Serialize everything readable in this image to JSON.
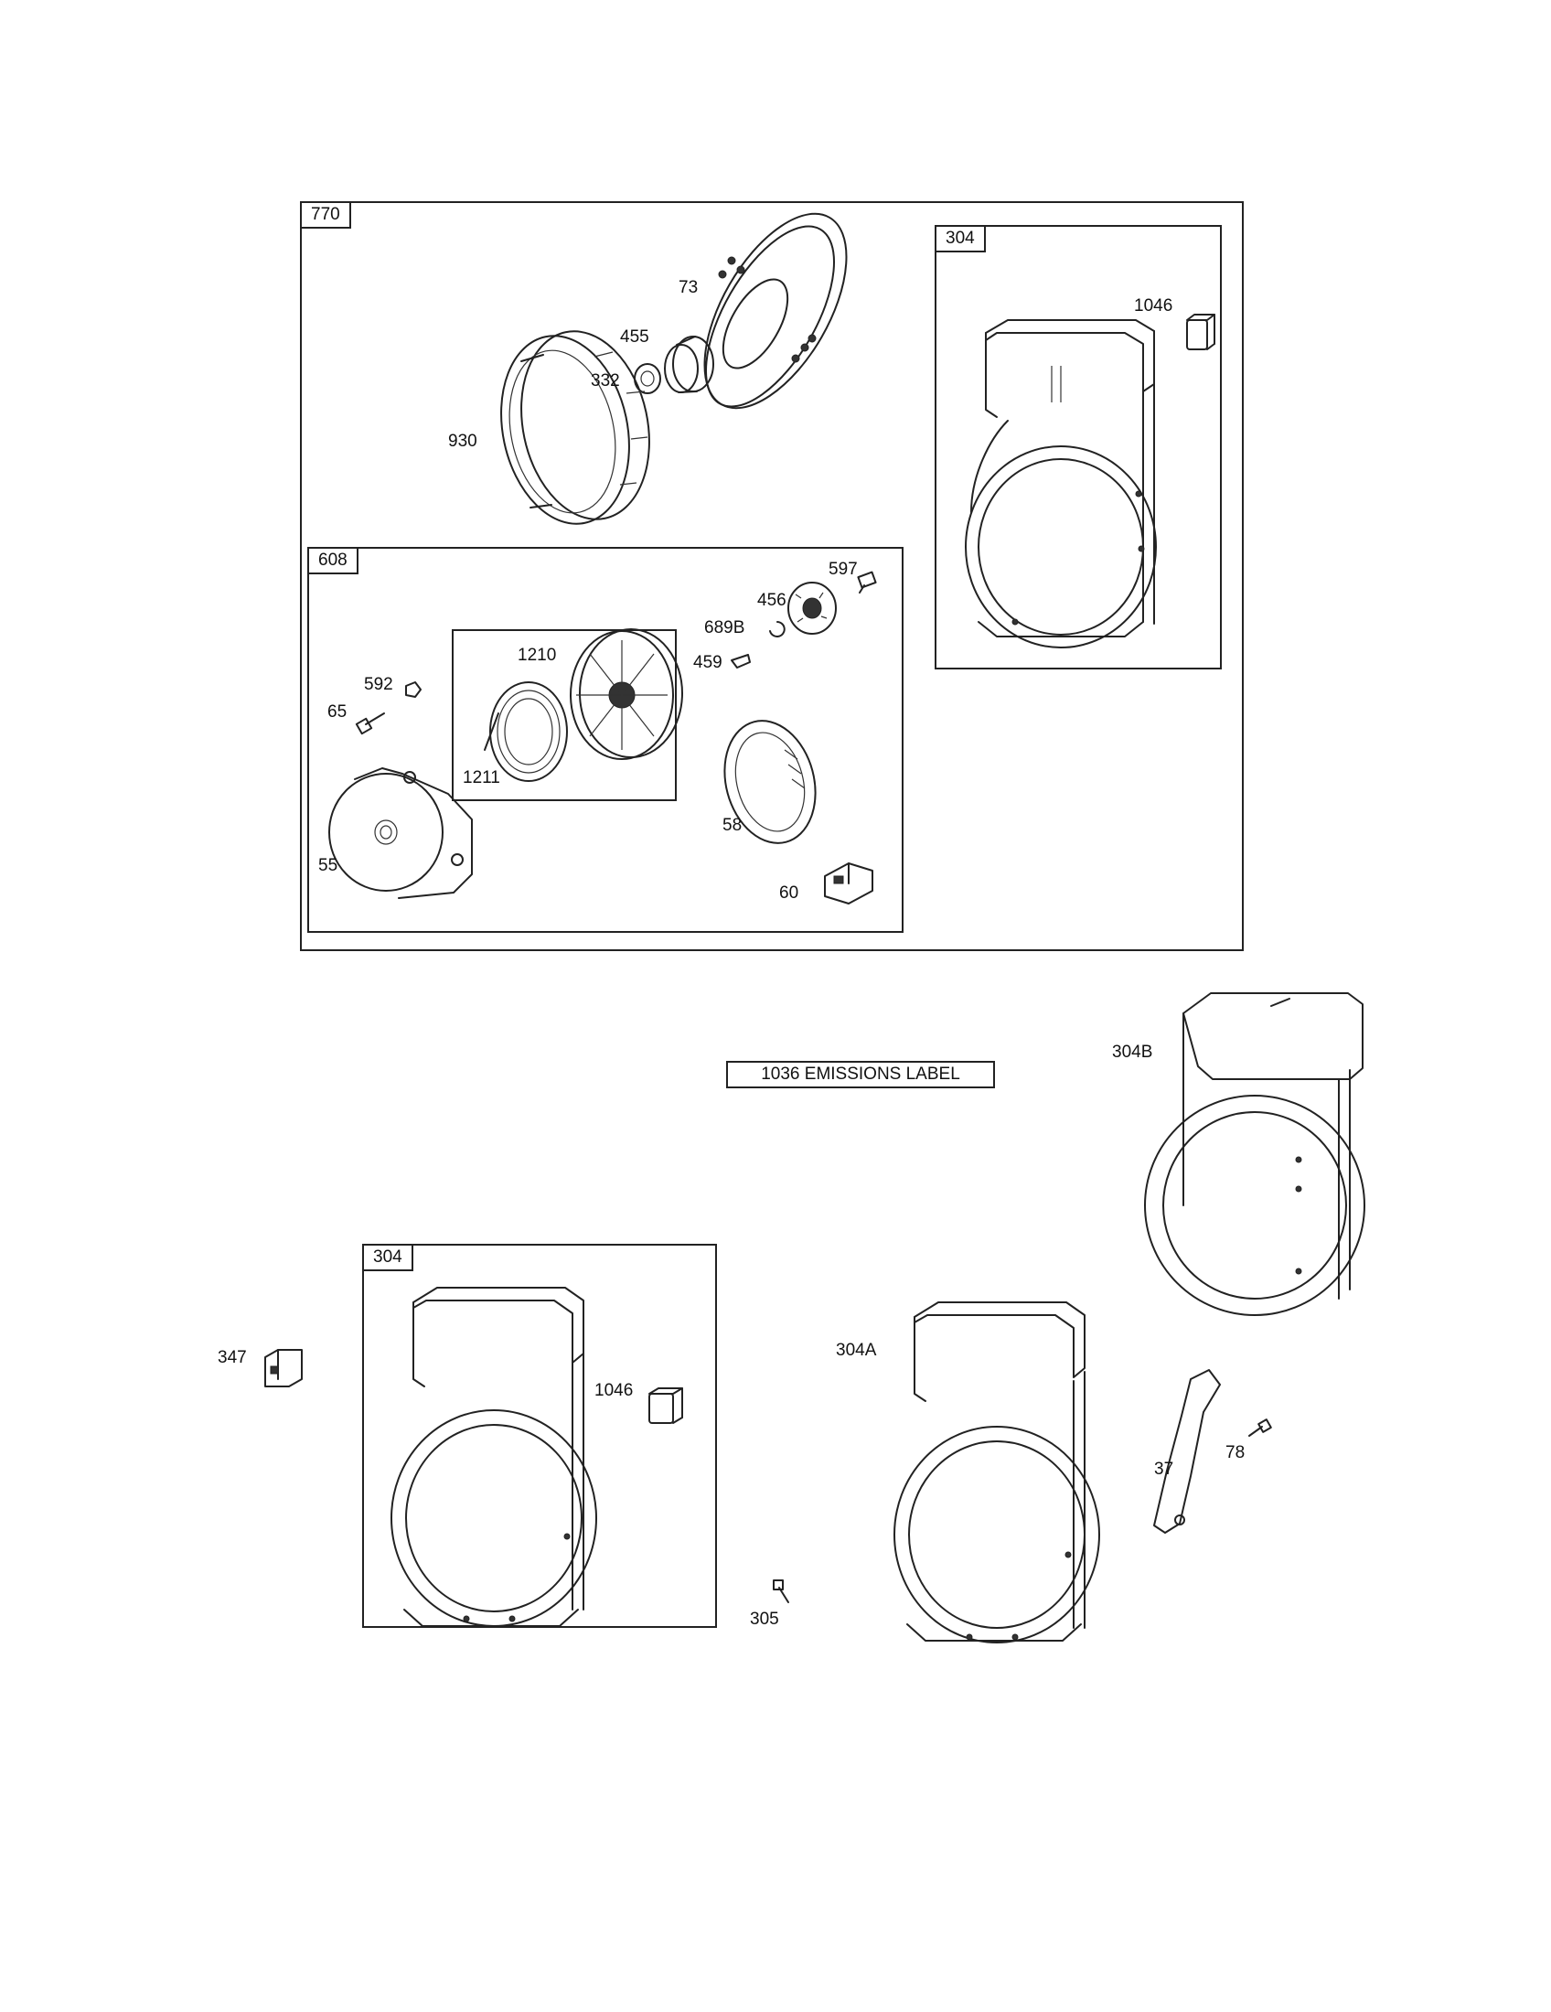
{
  "groups": {
    "g770": "770",
    "g608": "608",
    "g304_top": "304",
    "g304_bottom": "304"
  },
  "emissions_label": "1036 EMISSIONS LABEL",
  "labels": {
    "p73": "73",
    "p455": "455",
    "p332": "332",
    "p930": "930",
    "p1046_top": "1046",
    "p597": "597",
    "p456": "456",
    "p689B": "689B",
    "p459": "459",
    "p1210": "1210",
    "p1211": "1211",
    "p592": "592",
    "p65": "65",
    "p58": "58",
    "p55": "55",
    "p60": "60",
    "p304B": "304B",
    "p347": "347",
    "p1046_bottom": "1046",
    "p304A": "304A",
    "p37": "37",
    "p78": "78",
    "p305": "305"
  }
}
